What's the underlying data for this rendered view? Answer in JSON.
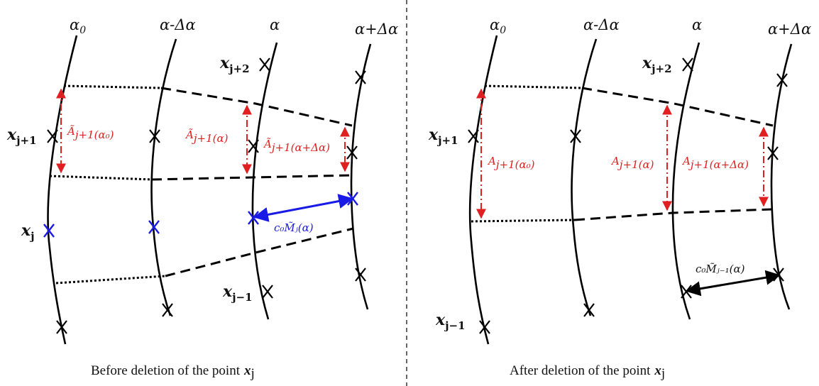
{
  "labels": {
    "alpha0": "α",
    "alpha0_sub": "0",
    "alpha_minus": "α-Δα",
    "alpha": "α",
    "alpha_plus": "α+Δα"
  },
  "points": {
    "x_j_plus2": {
      "base": "x",
      "sub": "j+2"
    },
    "x_j_plus1": {
      "base": "x",
      "sub": "j+1"
    },
    "x_j": {
      "base": "x",
      "sub": "j"
    },
    "x_j_minus1": {
      "base": "x",
      "sub": "j−1"
    }
  },
  "left_panel": {
    "caption": "Before deletion of the point",
    "caption_point": "x",
    "caption_sub": "j",
    "a_alpha0": "Ã",
    "a_alpha0_rest": "j+1(α₀)",
    "a_alpha": "Ã",
    "a_alpha_rest": "j+1(α)",
    "a_alpha_plus": "Ã",
    "a_alpha_plus_rest": "j+1(α+Δα)",
    "arrow_label": "c₀M̃ⱼ(α)"
  },
  "right_panel": {
    "caption": "After deletion of the point",
    "caption_point": "x",
    "caption_sub": "j",
    "a_alpha0": "A",
    "a_alpha0_rest": "j+1(α₀)",
    "a_alpha": "A",
    "a_alpha_rest": "j+1(α)",
    "a_alpha_plus": "A",
    "a_alpha_plus_rest": "j+1(α+Δα)",
    "arrow_label": "c₀M̃ⱼ₋₁(α)"
  },
  "colors": {
    "red": "#e02020",
    "blue": "#1a1ae6",
    "black": "#000000"
  }
}
